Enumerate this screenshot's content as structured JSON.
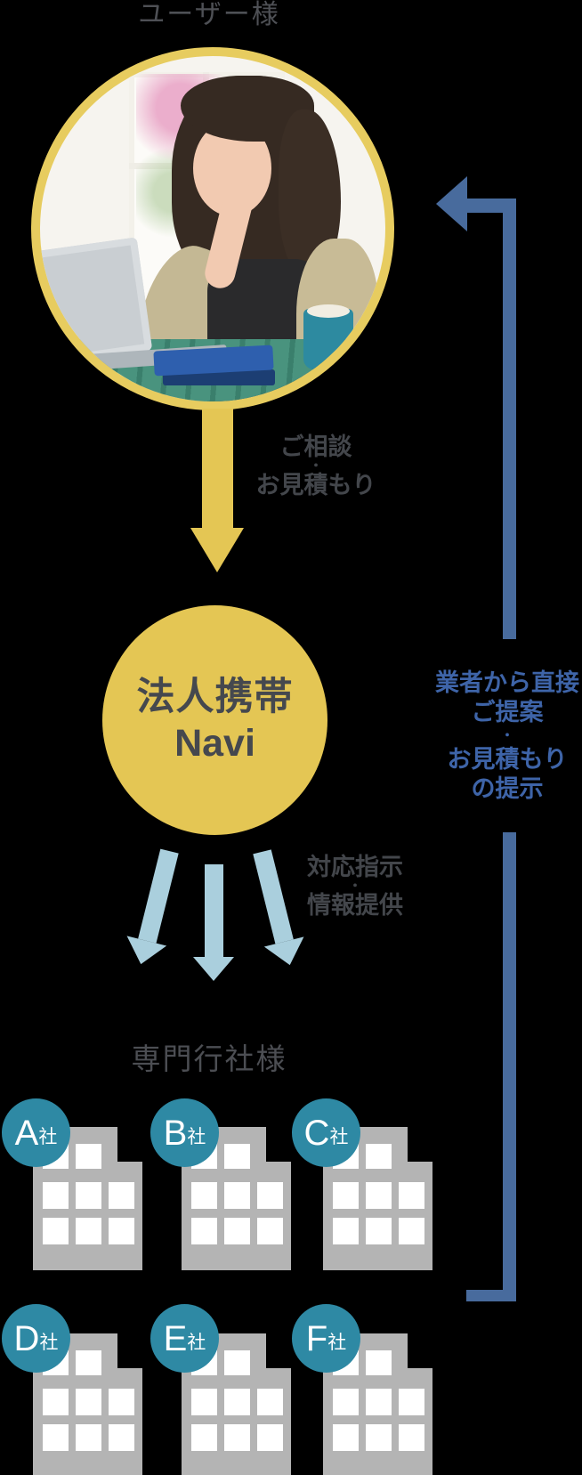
{
  "user_section": {
    "heading": "ユーザー様"
  },
  "consult_label": {
    "lines": [
      "ご相談",
      "・",
      "お見積もり"
    ]
  },
  "navi_circle": {
    "line1": "法人携帯",
    "line2": "Navi"
  },
  "instruct_label": {
    "lines": [
      "対応指示",
      "・",
      "情報提供"
    ]
  },
  "direct_label": {
    "lines": [
      "業者から直接",
      "ご提案",
      "・",
      "お見積もり",
      "の提示"
    ]
  },
  "companies_section": {
    "heading": "専門行社様",
    "companies": [
      {
        "letter": "A",
        "suffix": "社"
      },
      {
        "letter": "B",
        "suffix": "社"
      },
      {
        "letter": "C",
        "suffix": "社"
      },
      {
        "letter": "D",
        "suffix": "社"
      },
      {
        "letter": "E",
        "suffix": "社"
      },
      {
        "letter": "F",
        "suffix": "社"
      }
    ]
  },
  "colors": {
    "background": "#000000",
    "yellow": "#e4c654",
    "yellow_ring": "#e7cc5f",
    "dark_blue_arrow": "#486b9d",
    "blue_text": "#3e64a8",
    "light_blue_arrow": "#aacfdd",
    "teal_badge": "#2e89a4",
    "building_gray": "#b4b4b4",
    "window_white": "#ffffff",
    "heading_gray": "#4e5055",
    "label_dark": "#43464b",
    "navi_text": "#45484e"
  }
}
